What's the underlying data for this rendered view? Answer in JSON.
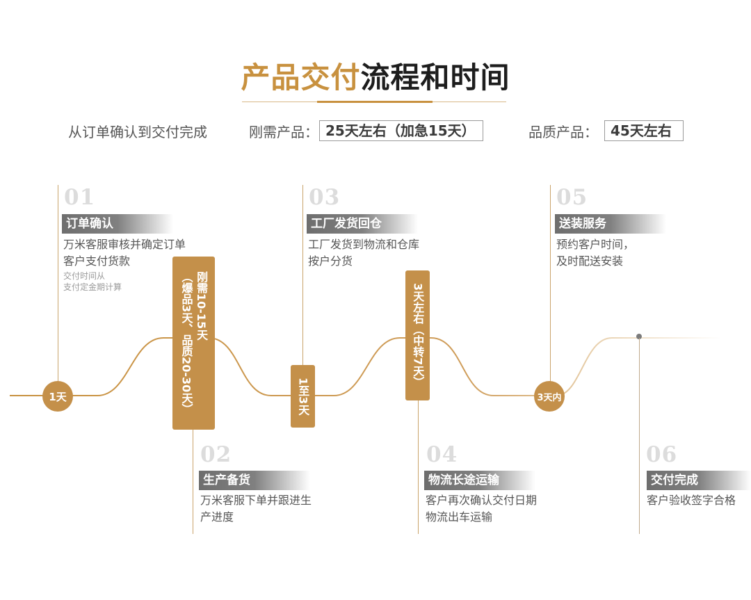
{
  "title": {
    "gold": "产品交付",
    "dark": "流程和时间"
  },
  "summary": {
    "lead": "从订单确认到交付完成",
    "rigid_label": "刚需产品：",
    "rigid_value": "25天左右（加急15天）",
    "quality_label": "品质产品：",
    "quality_value": "45天左右"
  },
  "steps": [
    {
      "num": "01",
      "label": "订单确认",
      "desc": [
        "万米客服审核并确定订单",
        "客户支付货款"
      ],
      "note": [
        "交付时间从",
        "支付定金期计算"
      ]
    },
    {
      "num": "02",
      "label": "生产备货",
      "desc": [
        "万米客服下单并跟进生",
        "产进度"
      ]
    },
    {
      "num": "03",
      "label": "工厂发货回仓",
      "desc": [
        "工厂发货到物流和仓库",
        "按户分货"
      ]
    },
    {
      "num": "04",
      "label": "物流长途运输",
      "desc": [
        "客户再次确认交付日期",
        "物流出车运输"
      ]
    },
    {
      "num": "05",
      "label": "送装服务",
      "desc": [
        "预约客户时间，",
        "及时配送安装"
      ]
    },
    {
      "num": "06",
      "label": "交付完成",
      "desc": [
        "客户验收签字合格"
      ]
    }
  ],
  "durations": {
    "d1": "1天",
    "d2": "刚需10-15天\n（爆品3天、品质20-30天）",
    "d3": "1至3天",
    "d4": "3天左右（中转7天）",
    "d5": "3天内"
  },
  "colors": {
    "gold": "#c8913f",
    "badge": "#c4904a",
    "label_gray": "#777777",
    "number_gray": "#dcdcdc"
  }
}
